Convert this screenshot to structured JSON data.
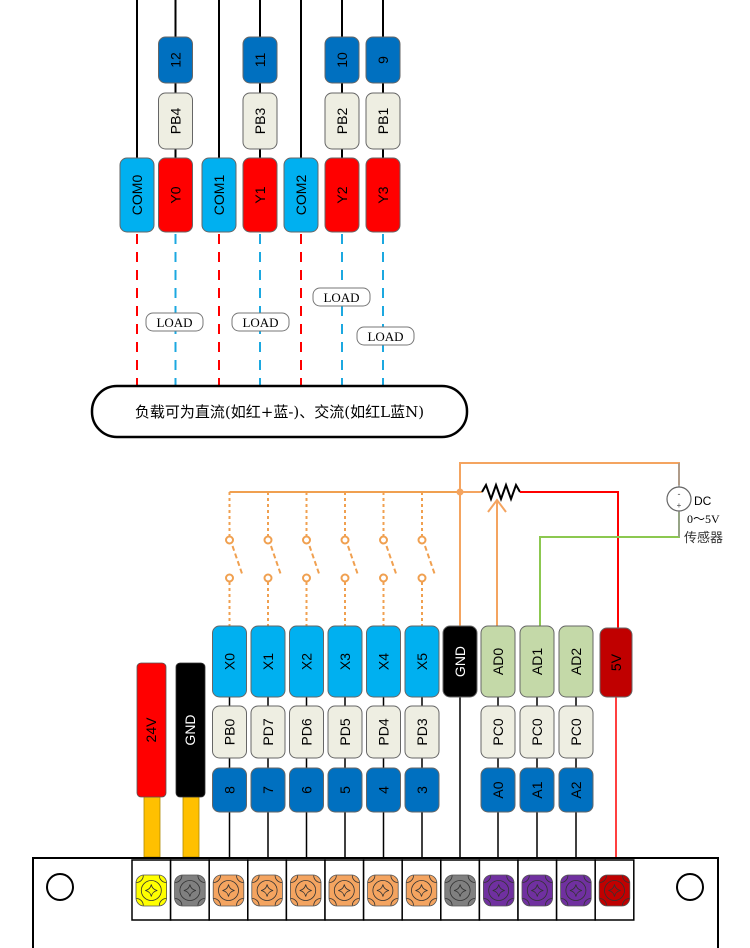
{
  "colors": {
    "com_blue": "#00b0f0",
    "y_red": "#ff0000",
    "pin_dark_blue": "#0070c0",
    "pin_light": "#eeeee2",
    "analog_green": "#c4d9a8",
    "v5_red": "#c00000",
    "wire_orange": "#f4a460",
    "switch_orange": "#f0a050",
    "wire_green": "#8cc850",
    "wire_red": "#ff0000",
    "dash_red": "#ff0000",
    "dash_blue": "#1ca8e0",
    "ferrule_yellow": "#ffc000",
    "terminal_yellow": "#ffff00",
    "terminal_gray": "#808080",
    "terminal_orange": "#f4a460",
    "terminal_purple": "#7030a0",
    "terminal_red": "#c00000"
  },
  "outputs": {
    "columns": [
      {
        "label": "COM0",
        "kind": "com",
        "pin_name": null,
        "pin_number": null,
        "dash": "red"
      },
      {
        "label": "Y0",
        "kind": "y",
        "pin_name": "PB4",
        "pin_number": "12",
        "dash": "blue"
      },
      {
        "label": "COM1",
        "kind": "com",
        "pin_name": null,
        "pin_number": null,
        "dash": "red"
      },
      {
        "label": "Y1",
        "kind": "y",
        "pin_name": "PB3",
        "pin_number": "11",
        "dash": "blue"
      },
      {
        "label": "COM2",
        "kind": "com",
        "pin_name": null,
        "pin_number": null,
        "dash": "red"
      },
      {
        "label": "Y2",
        "kind": "y",
        "pin_name": "PB2",
        "pin_number": "10",
        "dash": "blue"
      },
      {
        "label": "Y3",
        "kind": "y",
        "pin_name": "PB1",
        "pin_number": "9",
        "dash": "blue"
      }
    ],
    "loads": [
      "LOAD",
      "LOAD",
      "LOAD",
      "LOAD"
    ],
    "note": "负载可为直流(如红+蓝-)、交流(如红L蓝N)"
  },
  "inputs": {
    "power": [
      {
        "label": "24V",
        "color": "red"
      },
      {
        "label": "GND",
        "color": "black"
      }
    ],
    "digital": [
      {
        "label": "X0",
        "pin_name": "PB0",
        "pin_number": "8"
      },
      {
        "label": "X1",
        "pin_name": "PD7",
        "pin_number": "7"
      },
      {
        "label": "X2",
        "pin_name": "PD6",
        "pin_number": "6"
      },
      {
        "label": "X3",
        "pin_name": "PD5",
        "pin_number": "5"
      },
      {
        "label": "X4",
        "pin_name": "PD4",
        "pin_number": "4"
      },
      {
        "label": "X5",
        "pin_name": "PD3",
        "pin_number": "3"
      }
    ],
    "gnd_label": "GND",
    "analog": [
      {
        "label": "AD0",
        "pin_name": "PC0",
        "pin_number": "A0"
      },
      {
        "label": "AD1",
        "pin_name": "PC0",
        "pin_number": "A1"
      },
      {
        "label": "AD2",
        "pin_name": "PC0",
        "pin_number": "A2"
      }
    ],
    "v5_label": "5V",
    "sensor": {
      "type": "DC",
      "range": "0～5V",
      "name": "传感器",
      "minus": "-",
      "plus": "+"
    }
  },
  "terminal_block": {
    "terminals": [
      "yellow",
      "gray",
      "orange",
      "orange",
      "orange",
      "orange",
      "orange",
      "orange",
      "gray",
      "purple",
      "purple",
      "purple",
      "red"
    ]
  }
}
